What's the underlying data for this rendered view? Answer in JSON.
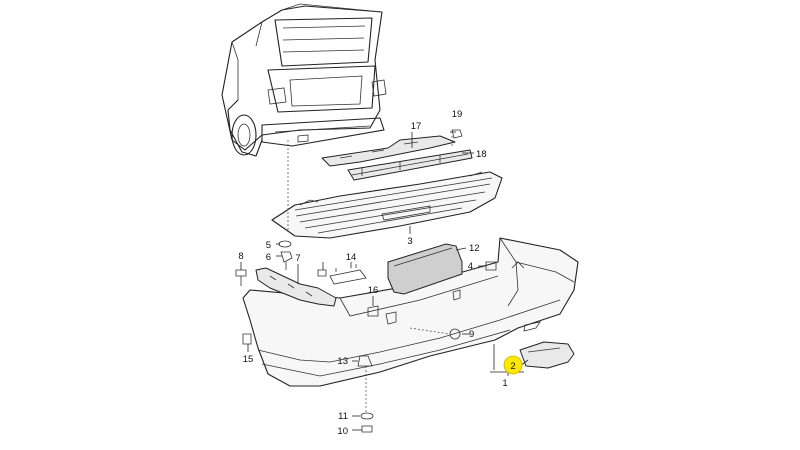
{
  "labels": {
    "p1": "1",
    "p2": "2",
    "p3": "3",
    "p4": "4",
    "p5": "5",
    "p6": "6",
    "p7": "7",
    "p8": "8",
    "p9": "9",
    "p10": "10",
    "p11": "11",
    "p12": "12",
    "p13": "13",
    "p14": "14",
    "p15": "15",
    "p16": "16",
    "p17": "17",
    "p18": "18",
    "p19": "19"
  },
  "highlight": {
    "part": "2",
    "color": "#ffe800"
  }
}
